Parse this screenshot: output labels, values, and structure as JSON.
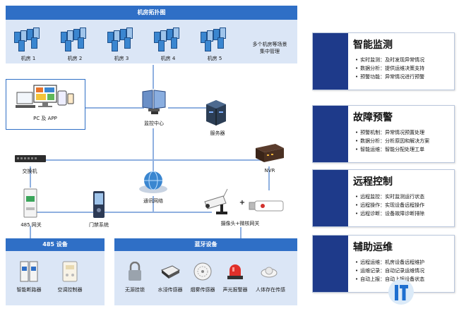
{
  "topology": {
    "title": "机房拓扑图",
    "rooms": [
      {
        "label": "机房 1"
      },
      {
        "label": "机房 2"
      },
      {
        "label": "机房 3"
      },
      {
        "label": "机房 4"
      },
      {
        "label": "机房 5"
      }
    ],
    "multi_room_line1": "多个机房等场景",
    "multi_room_line2": "集中管理"
  },
  "nodes": {
    "pc_app": "PC 及 APP",
    "monitor_center": "监控中心",
    "server": "服务器",
    "switch": "交换机",
    "nvr": "NVR",
    "comm_network": "通讯网络",
    "gateway485": "485 网关",
    "access_control": "门禁系统",
    "camera_gateway": "摄像头+微核网关"
  },
  "device_panels": {
    "rs485": {
      "title": "485 设备",
      "items": [
        "智能断路器",
        "空调控制器"
      ]
    },
    "bluetooth": {
      "title": "蓝牙设备",
      "items": [
        "无源挂锁",
        "水浸传感器",
        "烟雾传感器",
        "声光报警器",
        "人体存在传感"
      ]
    }
  },
  "features": [
    {
      "title": "智能监测",
      "items": [
        {
          "key": "实时监测：",
          "value": "及时发现异常情况"
        },
        {
          "key": "数据分析：",
          "value": "提供运维决策支持"
        },
        {
          "key": "预警功能：",
          "value": "异常情况进行预警"
        }
      ]
    },
    {
      "title": "故障预警",
      "items": [
        {
          "key": "预警机制：",
          "value": "异常情况预置处理"
        },
        {
          "key": "数据分析：",
          "value": "分析原因和解决方案"
        },
        {
          "key": "智能运维：",
          "value": "智能分配处理工单"
        }
      ]
    },
    {
      "title": "远程控制",
      "items": [
        {
          "key": "远程监控：",
          "value": "实时监测运行状态"
        },
        {
          "key": "远程操作：",
          "value": "实现设备远程操作"
        },
        {
          "key": "远程诊断：",
          "value": "设备故障诊断排除"
        }
      ]
    },
    {
      "title": "辅助运维",
      "items": [
        {
          "key": "远程运维：",
          "value": "机房设备远程维护"
        },
        {
          "key": "运维记录：",
          "value": "自动记录运维情况"
        },
        {
          "key": "自动上报：",
          "value": "自动上报设备状态"
        }
      ]
    }
  ],
  "colors": {
    "accent_blue": "#2f6fc6",
    "panel_blue": "#dbe6f6",
    "card_stripe": "#1e3a8a",
    "rack_blue": "#3a86d0"
  }
}
